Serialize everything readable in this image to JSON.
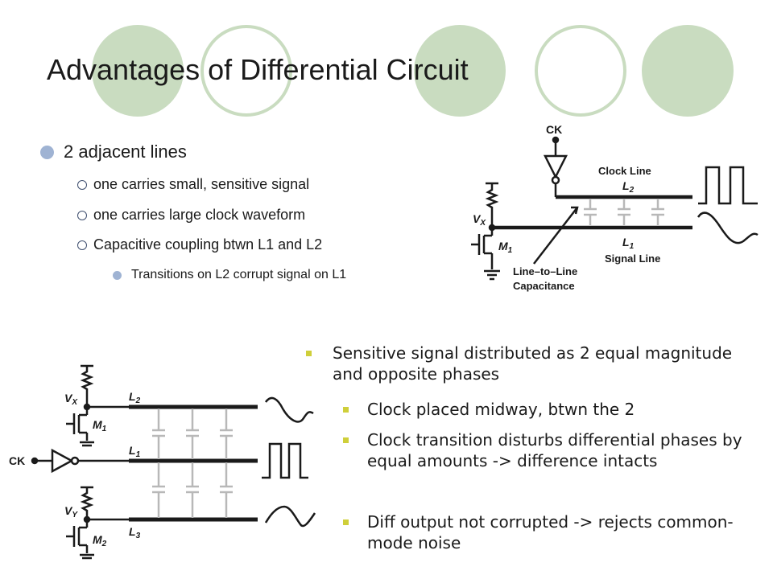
{
  "slide": {
    "title": "Advantages of Differential Circuit",
    "colors": {
      "circle_fill": "#c9dcc0",
      "circle_ring": "#c9dcc0",
      "bullet_blue": "#9fb3d3",
      "bullet_yellow": "#cfcf3a"
    },
    "bullets": {
      "main": "2 adjacent lines",
      "sub": [
        "one carries small, sensitive signal",
        "one carries large clock waveform",
        "Capacitive coupling btwn L1 and L2"
      ],
      "subsub": "Transitions on L2 corrupt signal on L1"
    },
    "right_points": {
      "main": "Sensitive signal distributed as 2 equal magnitude and opposite phases",
      "sub": [
        "Clock placed midway, btwn the 2",
        "Clock transition disturbs differential phases by equal amounts -> difference intacts",
        "Diff output not corrupted -> rejects common-mode noise"
      ]
    },
    "figure_top": {
      "ck": "CK",
      "clock_line": "Clock Line",
      "l2": "L",
      "l2_sub": "2",
      "vx": "V",
      "vx_sub": "X",
      "m1": "M",
      "m1_sub": "1",
      "l1": "L",
      "l1_sub": "1",
      "signal_line": "Signal Line",
      "cap_line1": "Line–to–Line",
      "cap_line2": "Capacitance"
    },
    "figure_bottom": {
      "vx": "V",
      "vx_sub": "X",
      "m1": "M",
      "m1_sub": "1",
      "l2": "L",
      "l2_sub": "2",
      "ck": "CK",
      "l1": "L",
      "l1_sub": "1",
      "vy": "V",
      "vy_sub": "Y",
      "m2": "M",
      "m2_sub": "2",
      "l3": "L",
      "l3_sub": "3"
    }
  }
}
